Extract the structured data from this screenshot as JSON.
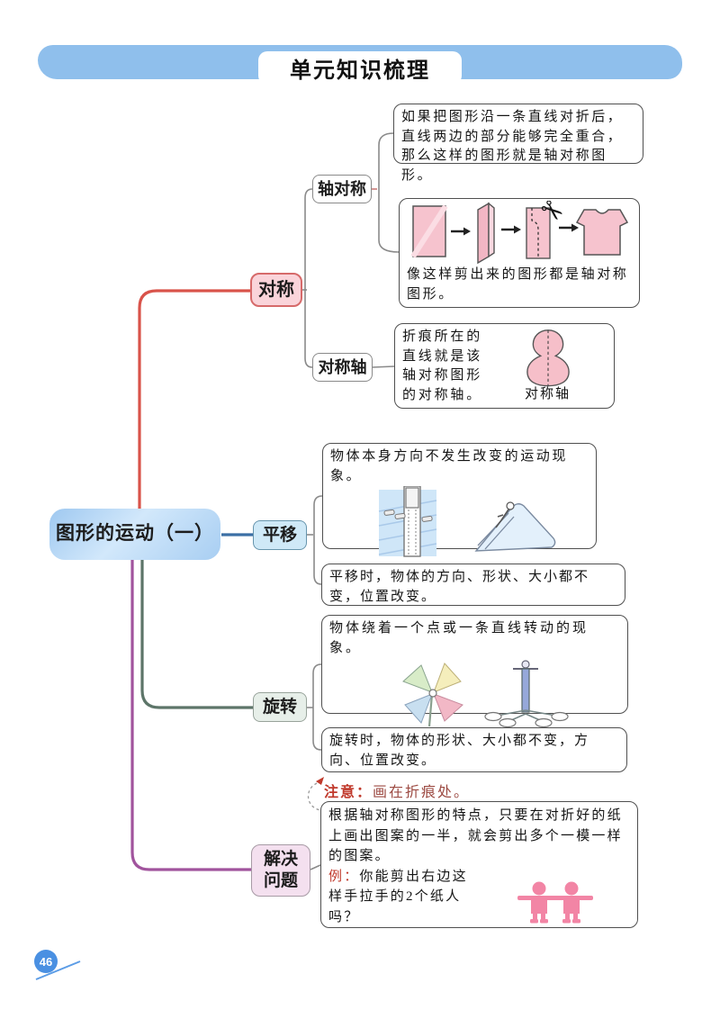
{
  "header": {
    "title": "单元知识梳理"
  },
  "root": {
    "label": "图形的运动（一）"
  },
  "symmetry": {
    "label": "对称",
    "axial": {
      "label": "轴对称",
      "definition": "如果把图形沿一条直线对折后，直线两边的部分能够完全重合，那么这样的图形就是轴对称图形。",
      "caption": "像这样剪出来的图形都是轴对称图形。"
    },
    "axis": {
      "label": "对称轴",
      "definition": "折痕所在的直线就是该轴对称图形的对称轴。",
      "figure_label": "对称轴"
    }
  },
  "translation": {
    "label": "平移",
    "definition": "物体本身方向不发生改变的运动现象。",
    "property": "平移时，物体的方向、形状、大小都不变，位置改变。"
  },
  "rotation": {
    "label": "旋转",
    "definition": "物体绕着一个点或一条直线转动的现象。",
    "property": "旋转时，物体的形状、大小都不变，方向、位置改变。"
  },
  "problem": {
    "label": "解决问题",
    "note_label": "注意：",
    "note_text": "画在折痕处。",
    "body": "根据轴对称图形的特点，只要在对折好的纸上画出图案的一半，就会剪出多个一模一样的图案。",
    "example_label": "例：",
    "example_text": "你能剪出右边这样手拉手的2个纸人吗？"
  },
  "footer": {
    "page_number": "46"
  },
  "colors": {
    "banner_blue": "#8fbfec",
    "branch_red": "#d9534a",
    "branch_blue": "#3b6fa5",
    "branch_green": "#5d7569",
    "branch_purple": "#a1549d",
    "node_pink": "#fad4da",
    "node_blue": "#cfe9f7",
    "node_green": "#e7efe9",
    "node_lavender": "#f4e0ef",
    "root_blue": "#a8cef2",
    "paper_pink": "#f6c3ce",
    "note_red": "#9c4a42",
    "badge_blue": "#4a90e2"
  }
}
